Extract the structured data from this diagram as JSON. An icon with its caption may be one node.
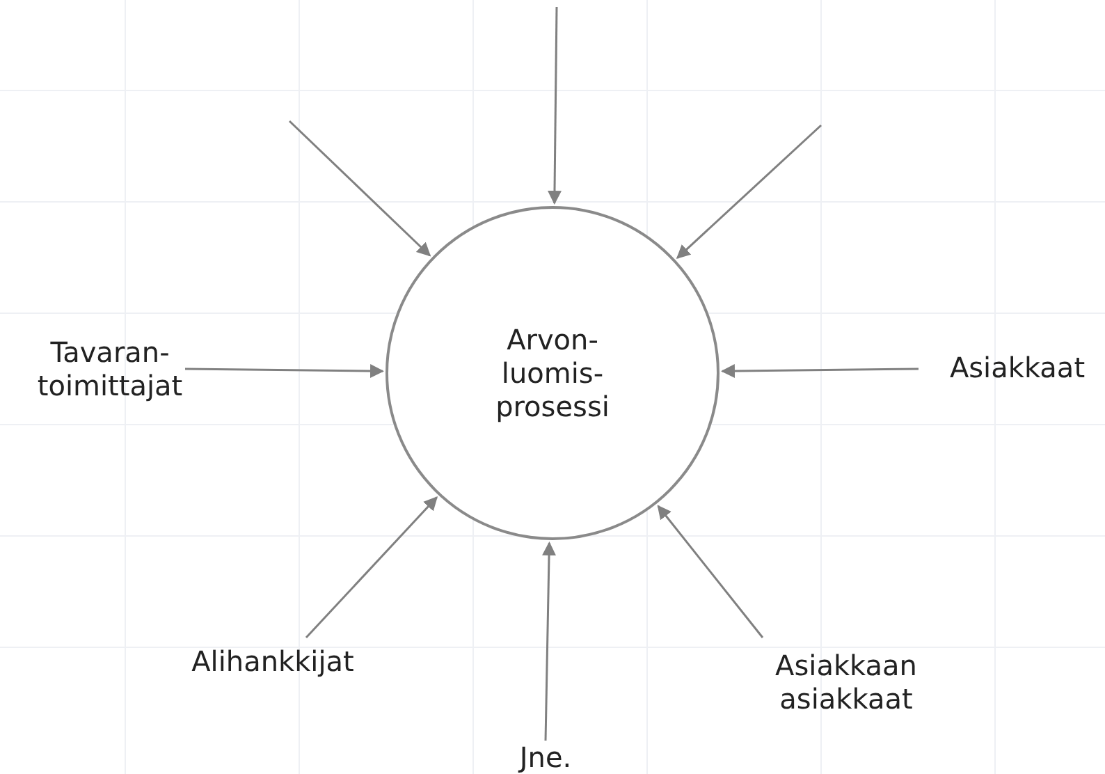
{
  "diagram": {
    "nodes": [
      {
        "text": [
          "Arvon- luomis- prosessi"
        ]
      },
      {
        "text": [
          "Tavaran- toimittajat"
        ]
      },
      {
        "text": [
          "Asiakkaat"
        ]
      },
      {
        "text": [
          "Alihankkijat"
        ]
      },
      {
        "text": [
          "Asiakkaan asiakkaat"
        ]
      },
      {
        "text": [
          "Jne."
        ]
      }
    ],
    "edges": [
      {
        "from": null,
        "to": 0,
        "arrow": "to"
      },
      {
        "from": null,
        "to": 0,
        "arrow": "to"
      },
      {
        "from": null,
        "to": 0,
        "arrow": "to"
      },
      {
        "from": 1,
        "to": 0,
        "arrow": "to"
      },
      {
        "from": 2,
        "to": 0,
        "arrow": "to"
      },
      {
        "from": 3,
        "to": 0,
        "arrow": "to"
      },
      {
        "from": 4,
        "to": 0,
        "arrow": "to"
      },
      {
        "from": 5,
        "to": 0,
        "arrow": "to"
      }
    ]
  }
}
